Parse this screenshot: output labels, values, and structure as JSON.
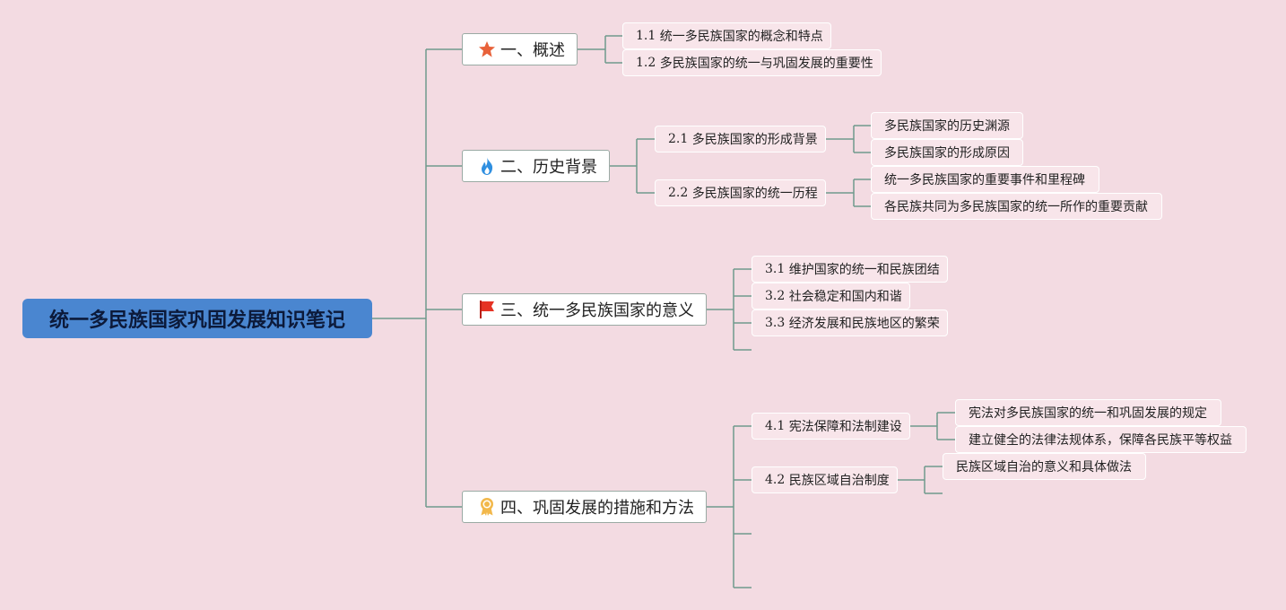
{
  "root": "统一多民族国家巩固发展知识笔记",
  "sections": [
    {
      "icon": "star-icon",
      "title": "一、概述",
      "children": [
        {
          "num": "1.1",
          "text": "统一多民族国家的概念和特点"
        },
        {
          "num": "1.2",
          "text": "多民族国家的统一与巩固发展的重要性"
        }
      ]
    },
    {
      "icon": "fire-icon",
      "title": "二、历史背景",
      "children": [
        {
          "num": "2.1",
          "text": "多民族国家的形成背景",
          "children": [
            "多民族国家的历史渊源",
            "多民族国家的形成原因"
          ]
        },
        {
          "num": "2.2",
          "text": "多民族国家的统一历程",
          "children": [
            "统一多民族国家的重要事件和里程碑",
            "各民族共同为多民族国家的统一所作的重要贡献"
          ]
        }
      ]
    },
    {
      "icon": "flag-icon",
      "title": "三、统一多民族国家的意义",
      "children": [
        {
          "num": "3.1",
          "text": "维护国家的统一和民族团结"
        },
        {
          "num": "3.2",
          "text": "社会稳定和国内和谐"
        },
        {
          "num": "3.3",
          "text": "经济发展和民族地区的繁荣"
        }
      ]
    },
    {
      "icon": "award-icon",
      "title": "四、巩固发展的措施和方法",
      "children": [
        {
          "num": "4.1",
          "text": "宪法保障和法制建设",
          "children": [
            "宪法对多民族国家的统一和巩固发展的规定",
            "建立健全的法律法规体系，保障各民族平等权益"
          ]
        },
        {
          "num": "4.2",
          "text": "民族区域自治制度",
          "children": [
            "民族区域自治的意义和具体做法"
          ]
        }
      ]
    }
  ],
  "colors": {
    "background": "#f3dbe2",
    "root_fill": "#4a86d0",
    "connector": "#6f9a8c",
    "star": "#e8623a",
    "fire": "#2f8fe0",
    "flag": "#e53324",
    "award": "#f2b84b"
  }
}
